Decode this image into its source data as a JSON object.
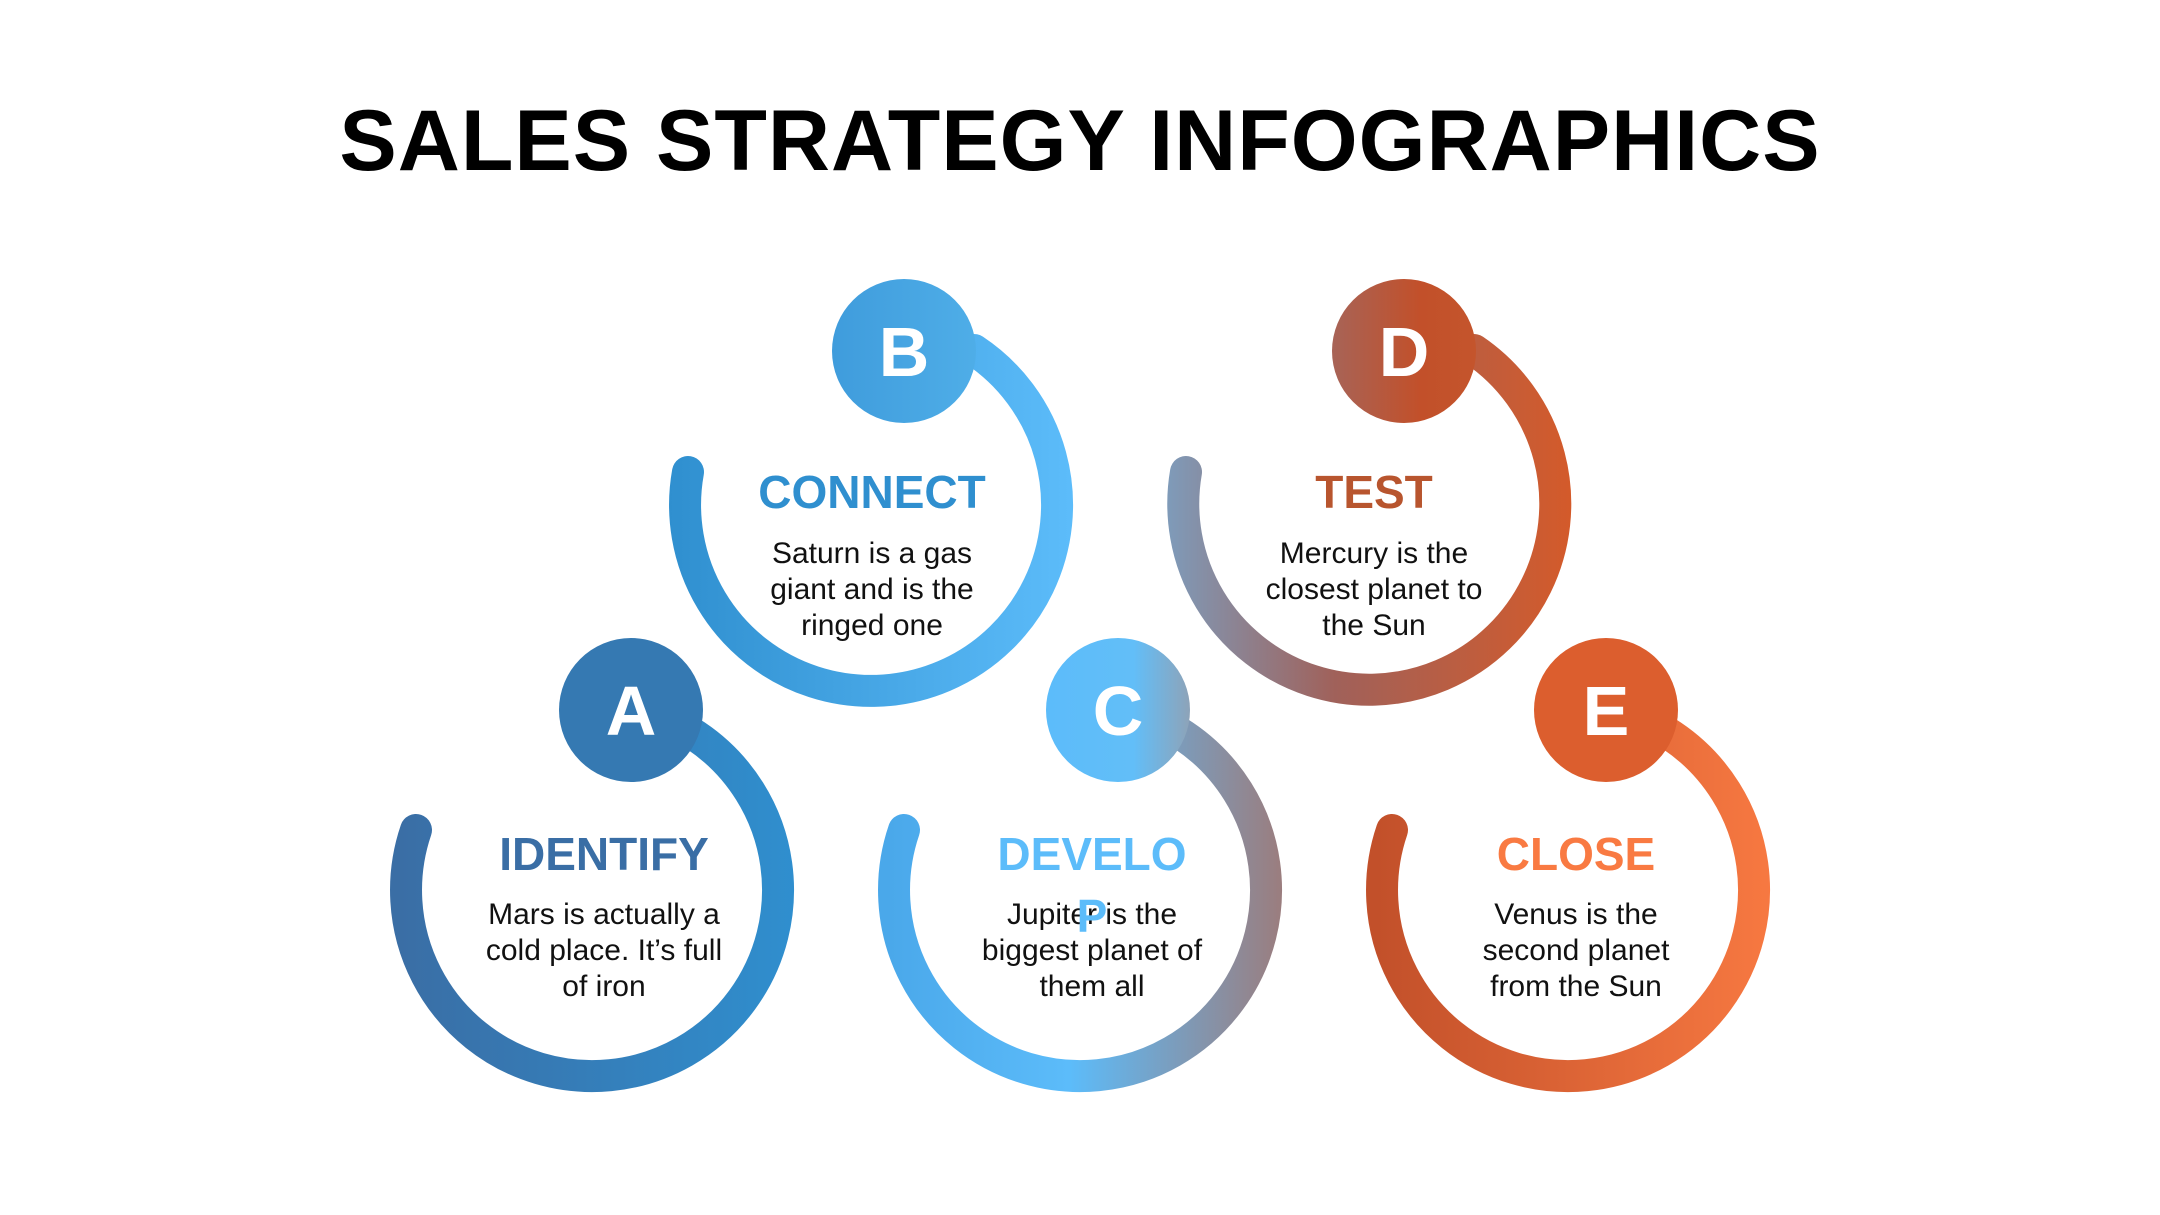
{
  "title": "SALES STRATEGY INFOGRAPHICS",
  "colors": {
    "blue_dark": "#3a6ea5",
    "blue_mid": "#2f8fcf",
    "blue_light": "#5cbcfa",
    "brown": "#9e6560",
    "orange_dark": "#c2502a",
    "orange": "#e0622f",
    "orange_light": "#f97a42"
  },
  "steps": [
    {
      "letter": "A",
      "heading": "IDENTIFY",
      "lines": [
        "Mars is actually a",
        "cold place. It’s full",
        "of iron"
      ]
    },
    {
      "letter": "B",
      "heading": "CONNECT",
      "lines": [
        "Saturn is a gas",
        "giant and is the",
        "ringed one"
      ]
    },
    {
      "letter": "C",
      "heading_line1": "DEVELO",
      "heading_line2": "P",
      "lines": [
        "Jupiter is the",
        "biggest planet of",
        "them all"
      ]
    },
    {
      "letter": "D",
      "heading": "TEST",
      "lines": [
        "Mercury is the",
        "closest planet to",
        "the Sun"
      ]
    },
    {
      "letter": "E",
      "heading": "CLOSE",
      "lines": [
        "Venus is the",
        "second planet",
        "from the Sun"
      ]
    }
  ]
}
